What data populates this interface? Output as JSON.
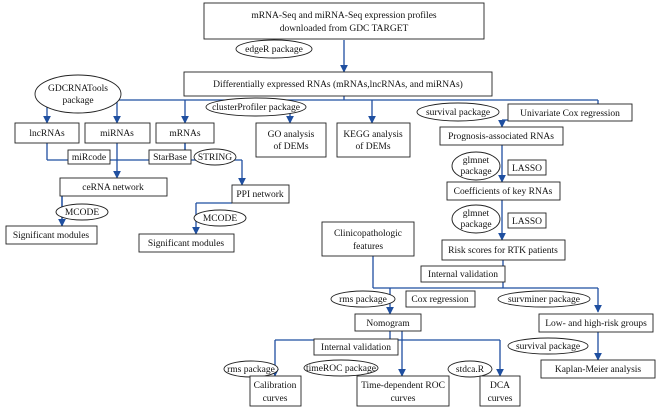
{
  "nodes": {
    "expression_profiles": [
      "mRNA-Seq and miRNA-Seq expression profiles",
      "downloaded from GDC TARGET"
    ],
    "edger": "edgeR package",
    "dem": "Differentially expressed RNAs (mRNAs,lncRNAs, and miRNAs)",
    "gdcrnatools": [
      "GDCRNATools",
      "package"
    ],
    "clusterprofiler": "clusterProfiler package",
    "survival_pkg_1": "survival package",
    "univariate_cox": "Univariate Cox regression",
    "lncrnas": "lncRNAs",
    "mirnas": "miRNAs",
    "mrnas": "mRNAs",
    "mircode": "miRcode",
    "starbase": "StarBase",
    "string": "STRING",
    "go": [
      "GO analysis",
      "of DEMs"
    ],
    "kegg": [
      "KEGG analysis",
      "of DEMs"
    ],
    "prognosis_rnas": "Prognosis-associated RNAs",
    "glmnet_1": [
      "glmnet",
      "package"
    ],
    "lasso_1": "LASSO",
    "cerna": "ceRNA network",
    "mcode_1": "MCODE",
    "ppi": "PPI network",
    "mcode_2": "MCODE",
    "sig_modules_1": "Significant modules",
    "sig_modules_2": "Significant modules",
    "coefficients": "Coefficients of key RNAs",
    "glmnet_2": [
      "glmnet",
      "package"
    ],
    "lasso_2": "LASSO",
    "clinicopathologic": [
      "Clinicopathologic",
      "features"
    ],
    "risk_scores": "Risk scores for RTK patients",
    "internal_validation_1": "Internal validation",
    "rms_1": "rms package",
    "cox_regression": "Cox regression",
    "survminer": "survminer package",
    "nomogram": "Nomogram",
    "low_high_risk": "Low- and high-risk groups",
    "internal_validation_2": "Internal validation",
    "survival_pkg_2": "survival package",
    "rms_2": "rms package",
    "timeroc": "timeROC package",
    "stdca": "stdca.R",
    "kaplan_meier": "Kaplan-Meier analysis",
    "calibration": [
      "Calibration",
      "curves"
    ],
    "time_roc": [
      "Time-dependent ROC",
      "curves"
    ],
    "dca": [
      "DCA",
      "curves"
    ]
  },
  "colors": {
    "arrow": "#1f4fa0",
    "border": "#222222",
    "text": "#111111"
  }
}
